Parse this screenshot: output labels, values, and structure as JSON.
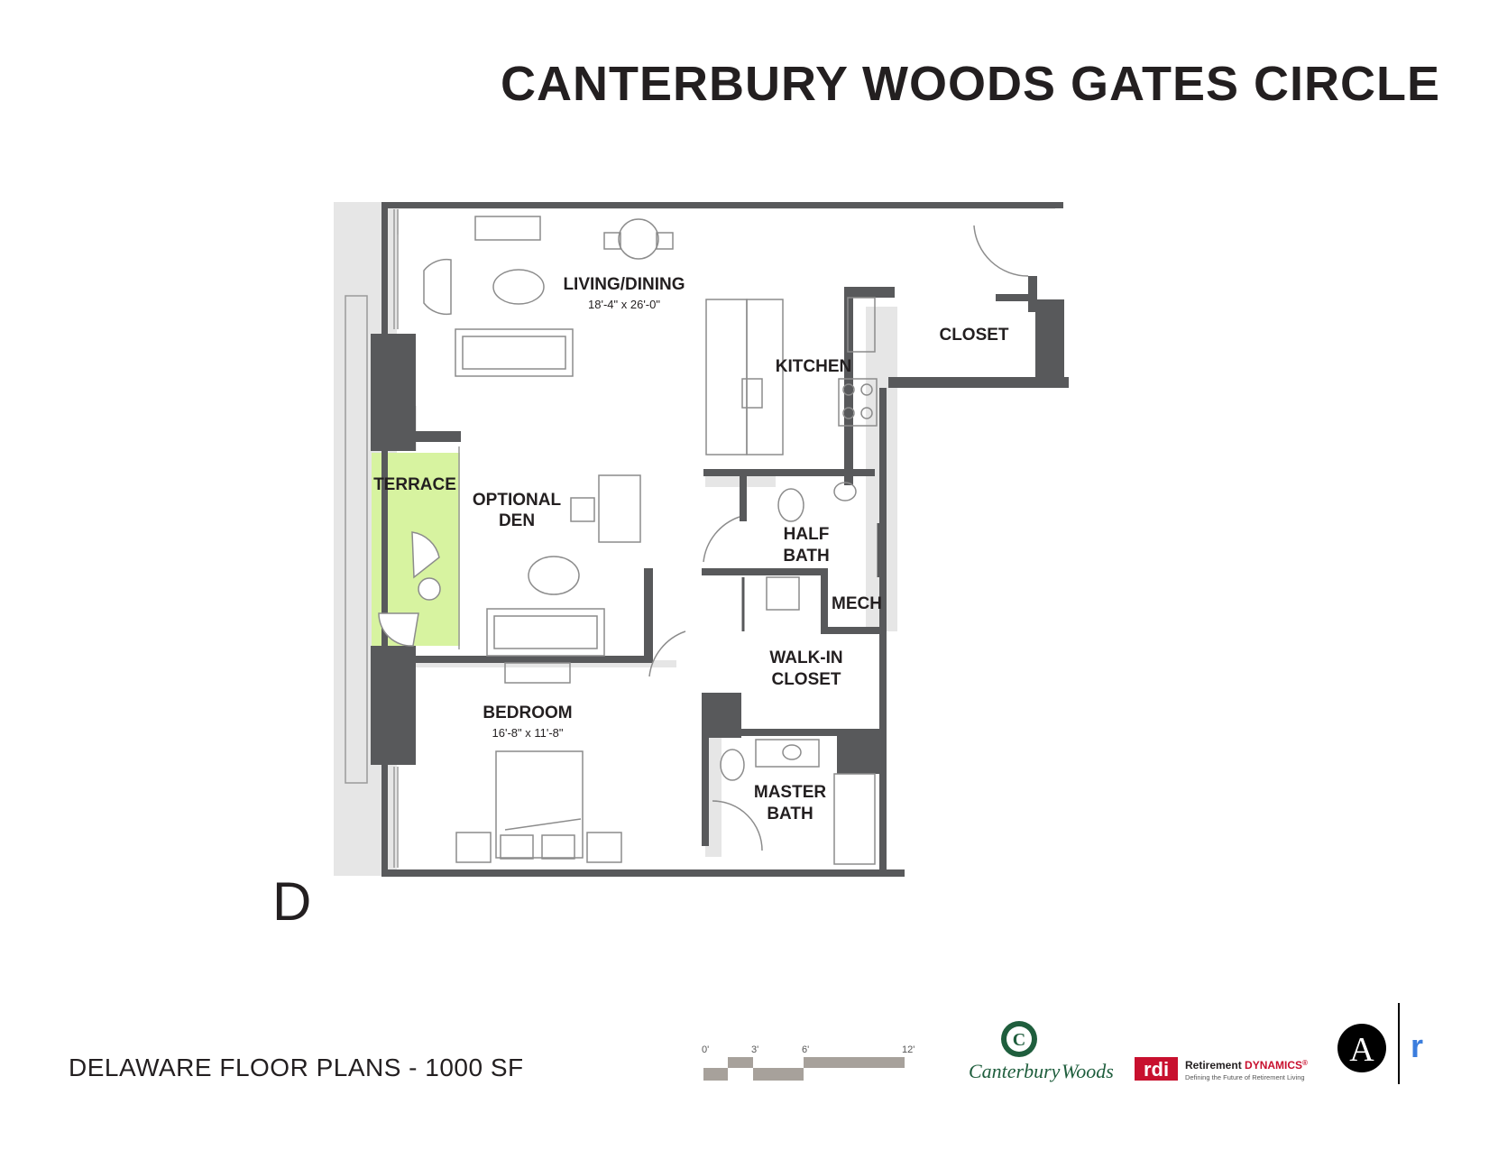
{
  "header": {
    "title": "CANTERBURY WOODS GATES CIRCLE"
  },
  "plan": {
    "letter": "D",
    "rooms": {
      "living": {
        "name": "LIVING/DINING",
        "dims": "18'-4\" x 26'-0\""
      },
      "closet": {
        "name": "CLOSET"
      },
      "kitchen": {
        "name": "KITCHEN"
      },
      "terrace": {
        "name": "TERRACE"
      },
      "den": {
        "line1": "OPTIONAL",
        "line2": "DEN"
      },
      "half_bath": {
        "line1": "HALF",
        "line2": "BATH"
      },
      "mech": {
        "name": "MECH"
      },
      "walkin": {
        "line1": "WALK-IN",
        "line2": "CLOSET"
      },
      "bedroom": {
        "name": "BEDROOM",
        "dims": "16'-8\" x 11'-8\""
      },
      "master_bath": {
        "line1": "MASTER",
        "line2": "BATH"
      }
    }
  },
  "footer": {
    "title": "DELAWARE FLOOR PLANS - 1000 SF",
    "scale_labels": [
      "0'",
      "3'",
      "6'",
      "12'"
    ]
  },
  "brands": {
    "canterbury": {
      "monogram": "C",
      "name_part1": "Canterbury",
      "name_part2": "Woods"
    },
    "rdi": {
      "mark": "rdi",
      "name1": "Retirement ",
      "name2": "DYNAMICS",
      "trademark": "®",
      "tagline": "Defining the Future of Retirement Living"
    },
    "ar": {
      "letter_a": "A",
      "letter_r": "r"
    }
  },
  "colors": {
    "wall": "#58595b",
    "shadow": "#e6e6e6",
    "terrace": "#d7f3a0",
    "brand_green": "#1f5e3d",
    "rdi_red": "#c8102e",
    "ar_blue": "#3b7ddd"
  }
}
